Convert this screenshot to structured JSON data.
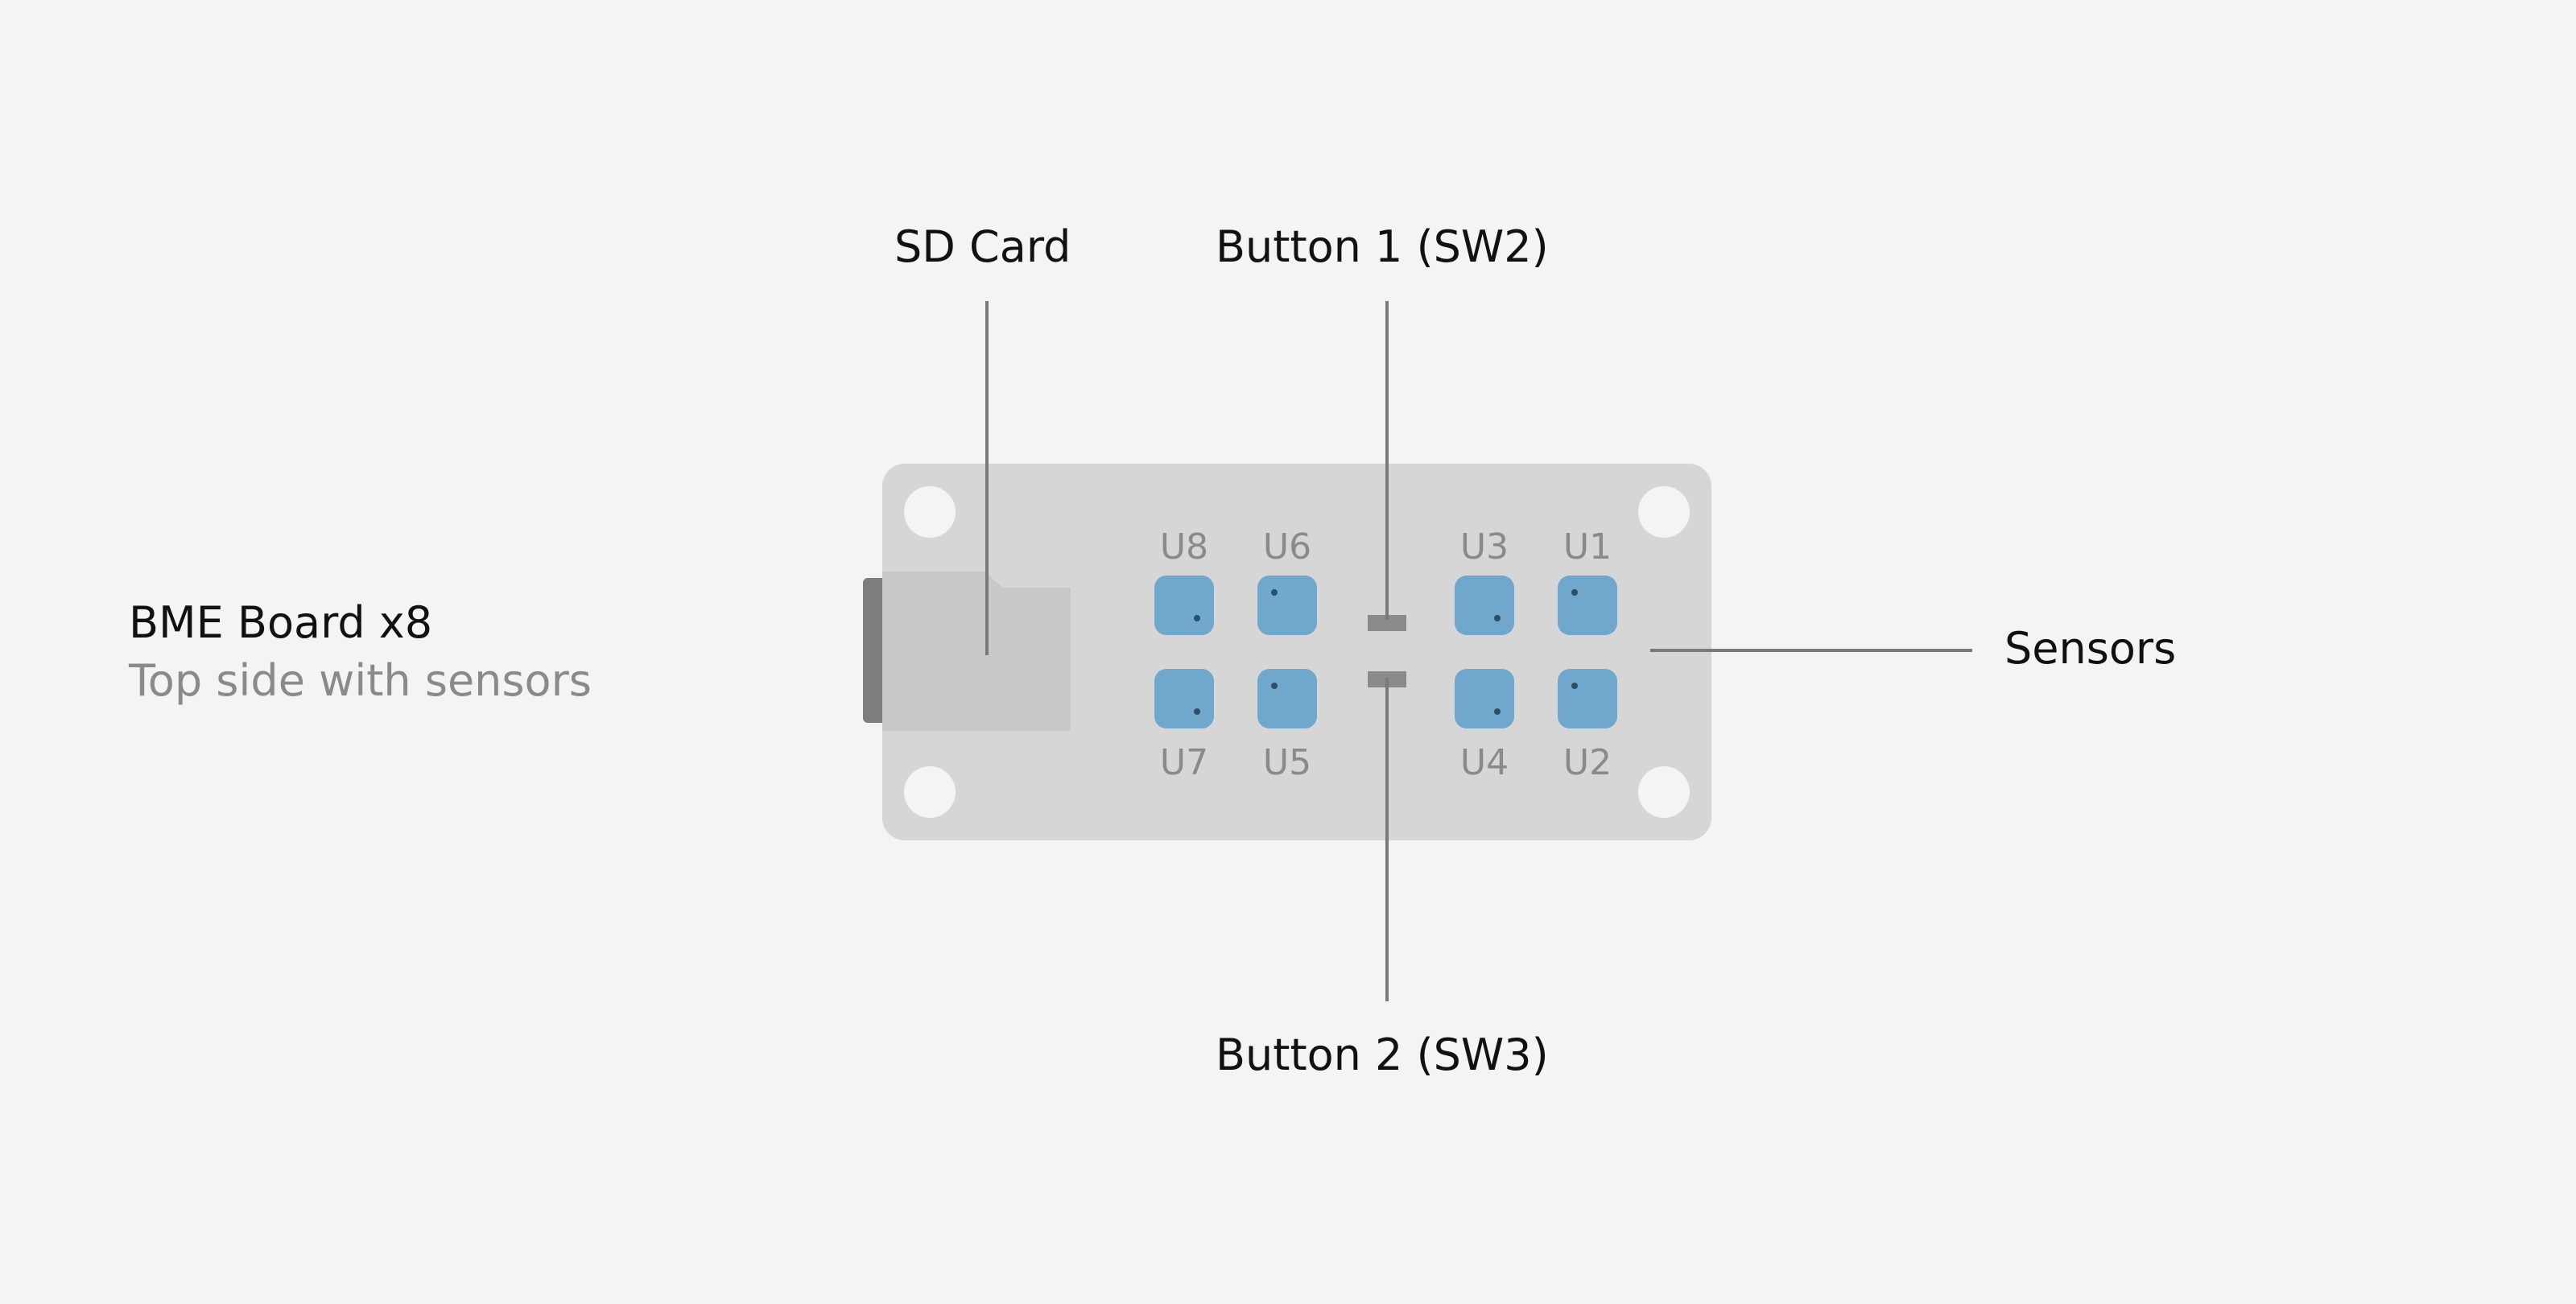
{
  "title": "BME Board x8",
  "subtitle": "Top side with sensors",
  "callouts": {
    "sd_card": "SD Card",
    "button1": "Button 1 (SW2)",
    "button2": "Button 2 (SW3)",
    "sensors": "Sensors"
  },
  "sensors": [
    {
      "id": "U8"
    },
    {
      "id": "U6"
    },
    {
      "id": "U3"
    },
    {
      "id": "U1"
    },
    {
      "id": "U7"
    },
    {
      "id": "U5"
    },
    {
      "id": "U4"
    },
    {
      "id": "U2"
    }
  ],
  "colors": {
    "background": "#f4f4f4",
    "board": "#d6d6d6",
    "sd_card": "#c8c8c8",
    "sd_slot": "#7d7d7d",
    "sensor": "#6fa8cc",
    "button": "#8a8a8a",
    "leader_line": "#7a7a7a"
  }
}
